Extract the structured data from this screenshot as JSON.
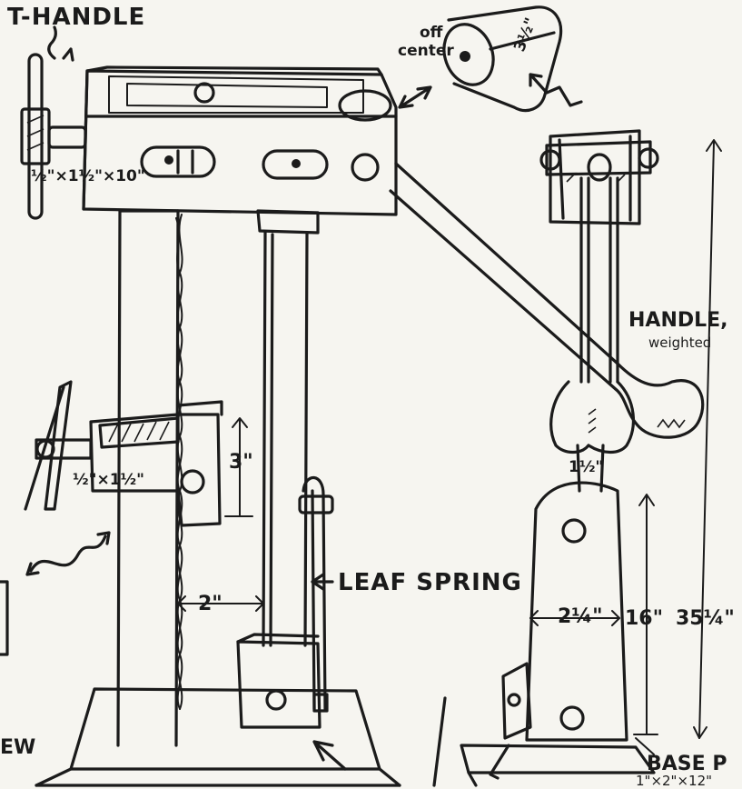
{
  "labels": {
    "t_handle": "T-HANDLE",
    "bar_top": "½\"×1½\"×10\"",
    "bar_clamp": "½\"×1½\"",
    "dim_3": "3\"",
    "dim_2": "2\"",
    "leaf_spring": "LEAF SPRING",
    "off_center_1": "off",
    "off_center_2": "center",
    "cam_dim": "3½\"",
    "handle": "HANDLE,",
    "weighted": "weighted",
    "dim_1_half": "1½\"",
    "dim_2_quarter": "2¼\"",
    "dim_16": "16\"",
    "dim_35_quarter": "35¼\"",
    "base_p": "BASE P",
    "base_dims": "1\"×2\"×12\"",
    "view_fragment": "EW"
  }
}
